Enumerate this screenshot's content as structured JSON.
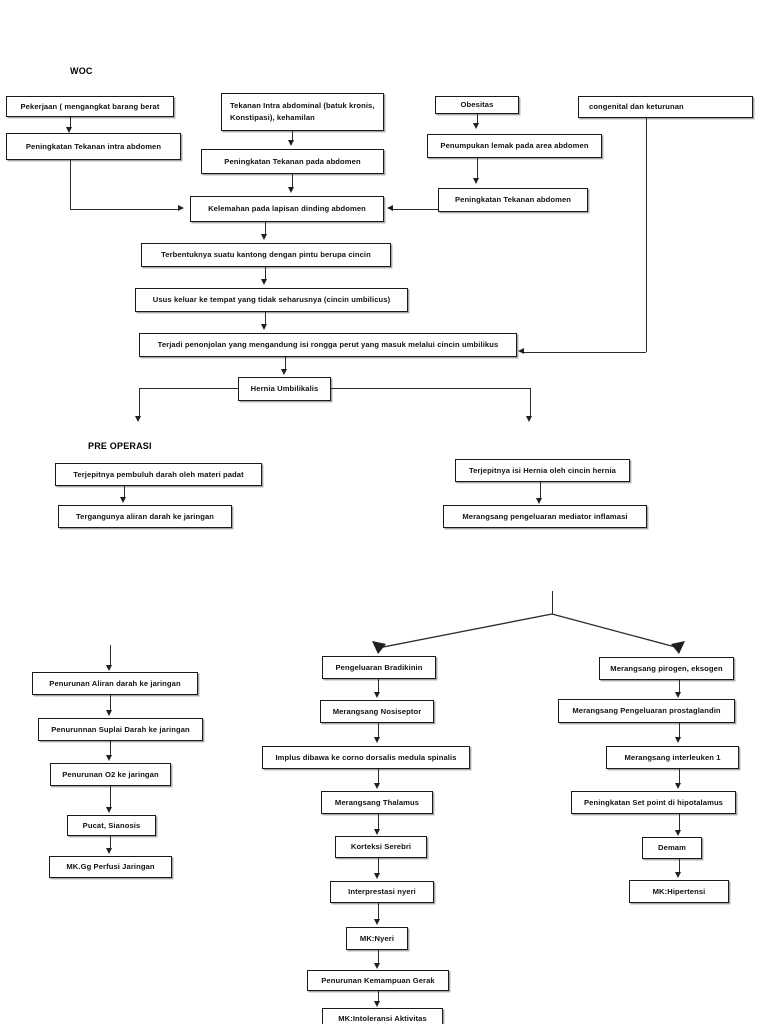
{
  "document": {
    "title": "WOC",
    "section_labels": {
      "woc": "WOC",
      "pre_operasi": "PRE OPERASI"
    }
  },
  "colors": {
    "background": "#ffffff",
    "box_border": "#1a1a1a",
    "connector": "#2b2b2b",
    "text": "#111111"
  },
  "nodes": {
    "pekerjaan": "Pekerjaan ( mengangkat barang berat",
    "peningkatan_tekanan_intra_abdomen": "Peningkatan  Tekanan intra abdomen",
    "tekanan_intra_abdominal": "Tekanan Intra abdominal (batuk kronis, Konstipasi), kehamilan",
    "peningkatan_tekanan_pada_abdomen": "Peningkatan Tekanan pada  abdomen",
    "obesitas": "Obesitas",
    "penumpukan_lemak": "Penumpukan lemak pada area abdomen",
    "peningkatan_tekanan_abdomen": "Peningkatan Tekanan abdomen",
    "congenital": "congenital dan keturunan",
    "kelemahan_lapisan": "Kelemahan pada  lapisan dinding  abdomen",
    "terbentuknya_kantong": "Terbentuknya suatu kantong dengan pintu berupa cincin",
    "usus_keluar": "Usus keluar ke tempat yang tidak seharusnya (cincin umbilicus)",
    "terjadi_penonjolan": "Terjadi penonjolan yang mengandung isi rongga perut yang masuk melalui cincin umbilikus",
    "hernia_umbilikalis": "Hernia Umbilikalis",
    "terjepitnya_pembuluh_darah": "Terjepitnya pembuluh darah oleh materi padat",
    "tergangunya_aliran_darah": "Tergangunya aliran darah ke jaringan",
    "terjepitnya_isi_hernia": "Terjepitnya isi Hernia oleh cincin hernia",
    "merangsang_mediator_inflamasi": "Merangsang pengeluaran mediator  inflamasi",
    "penurunan_aliran_darah": "Penurunan Aliran darah ke jaringan",
    "penurunnan_suplai_darah": "Penurunnan Suplai Darah ke jaringan",
    "penurunan_o2": "Penurunan O2 ke jaringan",
    "pucat_sianosis": "Pucat, Sianosis",
    "mk_gg_perfusi": "MK.Gg Perfusi Jaringan",
    "pengeluaran_bradikinin": "Pengeluaran Bradikinin",
    "merangsang_nosiseptor": "Merangsang Nosiseptor",
    "implus_dibawa": "Implus dibawa ke corno dorsalis medula spinalis",
    "merangsang_thalamus": "Merangsang Thalamus",
    "korteksi_serebri": "Korteksi Serebri",
    "interprestasi_nyeri": "Interprestasi nyeri",
    "mk_nyeri": "MK:Nyeri",
    "penurunan_kemampuan_gerak": "Penurunan Kemampuan Gerak",
    "mk_intoleransi_aktivitas": "MK:Intoleransi Aktivitas",
    "merangsang_pirogen": "Merangsang pirogen, eksogen",
    "merangsang_prostaglandin": "Merangsang Pengeluaran prostaglandin",
    "merangsang_interleuken": "Merangsang interleuken 1",
    "peningkatan_set_point": "Peningkatan  Set point di hipotalamus",
    "demam": "Demam",
    "mk_hipertensi": "MK:Hipertensi"
  }
}
